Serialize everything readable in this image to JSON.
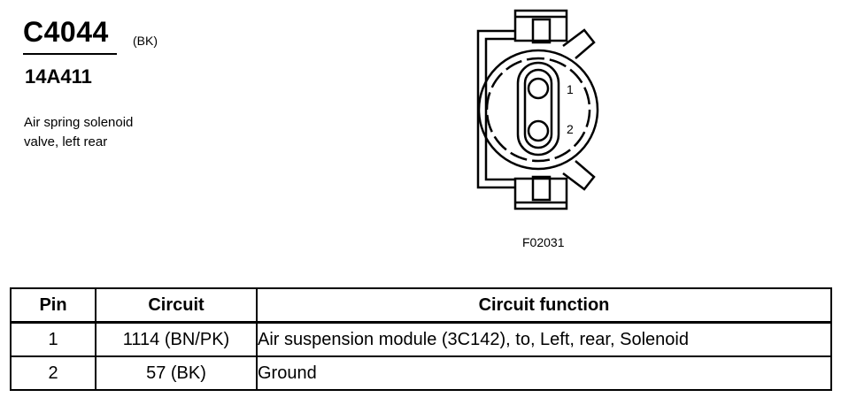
{
  "header": {
    "connector_id": "C4044",
    "connector_color": "(BK)",
    "part_number": "14A411",
    "description_lines": [
      "Air spring solenoid",
      "valve, left rear"
    ]
  },
  "diagram": {
    "pin_labels": [
      "1",
      "2"
    ],
    "figure_code": "F02031"
  },
  "table": {
    "headers": {
      "pin": "Pin",
      "circuit": "Circuit",
      "function": "Circuit function"
    },
    "rows": [
      {
        "pin": "1",
        "circuit": "1114 (BN/PK)",
        "function": "Air suspension module (3C142), to, Left, rear, Solenoid"
      },
      {
        "pin": "2",
        "circuit": "57 (BK)",
        "function": "Ground"
      }
    ]
  }
}
